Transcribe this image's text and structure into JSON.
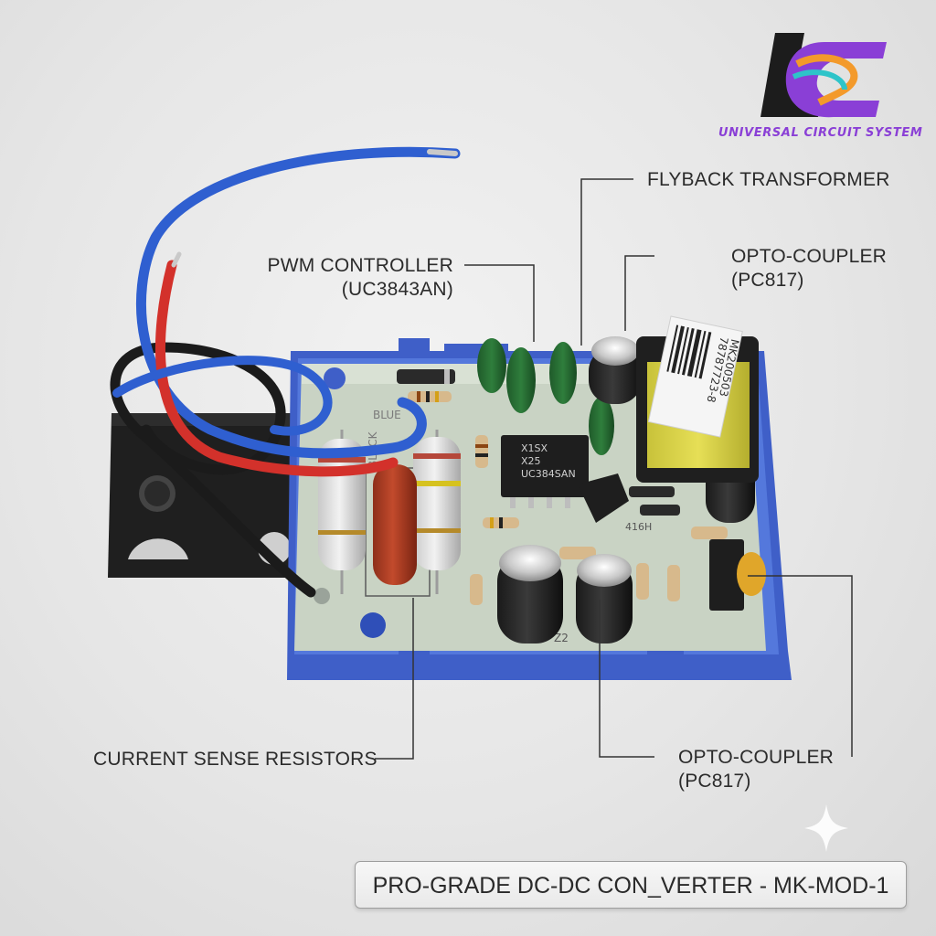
{
  "logo": {
    "brand_text": "UNIVERSAL CIRCUIT SYSTEM",
    "monogram": "UC",
    "colors": {
      "dark": "#1c1c1c",
      "purple": "#8a3fd6",
      "orange": "#f39a2b",
      "teal": "#2ec4c9"
    }
  },
  "callouts": {
    "flyback": {
      "line1": "FLYBACK TRANSFORMER"
    },
    "opto_top": {
      "line1": "OPTO-COUPLER",
      "line2": "(PC817)"
    },
    "pwm": {
      "line1": "PWM CONTROLLER",
      "line2": "(UC3843AN)"
    },
    "current_sense": {
      "line1": "CURRENT SENSE RESISTORS"
    },
    "opto_bottom": {
      "line1": "OPTO-COUPLER",
      "line2": "(PC817)"
    }
  },
  "board_markings": {
    "ic_line1": "X1SX",
    "ic_line2": "X25",
    "ic_line3": "UC384SAN",
    "silk_blue": "BLUE",
    "silk_black": "BLACK",
    "transformer_label_1": "78787723-8",
    "transformer_label_2": "MK200503",
    "silk_z2": "Z2",
    "silk_h": "416H"
  },
  "footer": {
    "title": "PRO-GRADE DC-DC CON_VERTER - MK-MOD-1"
  },
  "colors": {
    "pcb": "#c9d3c4",
    "tray": "#3f5fc8",
    "wire_blue": "#2f5fd0",
    "wire_red": "#d3312b",
    "wire_black": "#1b1b1b"
  }
}
